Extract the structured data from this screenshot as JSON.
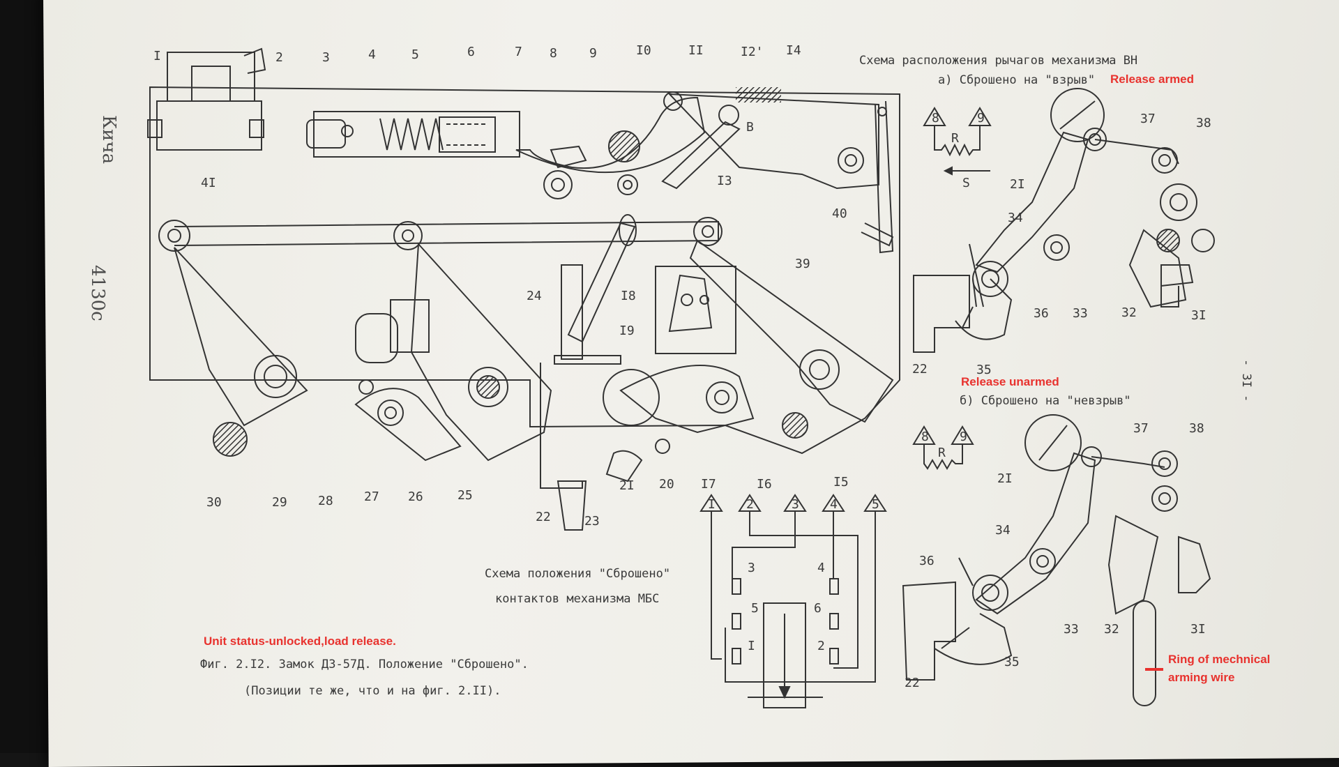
{
  "handwritten": {
    "margin_code": "4130с",
    "margin_word": "Кича"
  },
  "figure": {
    "caption_line1": "Фиг. 2.I2. Замок ДЗ-57Д. Положение \"Сброшено\".",
    "caption_line2": "(Позиции те же, что и на фиг. 2.II).",
    "contacts_title_line1": "Схема положения \"Сброшено\"",
    "contacts_title_line2": "контактов механизма МБС",
    "levers_title": "Схема расположения рычагов механизма ВН",
    "variant_a": "а) Сброшено на \"взрыв\"",
    "variant_b": "б) Сброшено на \"невзрыв\"",
    "page_number": "- 3I -"
  },
  "annotations": {
    "release_armed": "Release armed",
    "release_unarmed": "Release unarmed",
    "unit_status": "Unit status-unlocked,load release.",
    "ring_line1": "Ring of mechnical",
    "ring_line2": "arming wire"
  },
  "labels": {
    "l1": "I",
    "l2": "2",
    "l3": "3",
    "l4": "4",
    "l5": "5",
    "l6": "6",
    "l7": "7",
    "l8": "8",
    "l9": "9",
    "l10": "I0",
    "l11": "II",
    "l12": "I2'",
    "l14": "I4",
    "l13": "I3",
    "lB": "В",
    "l41": "4I",
    "l40": "40",
    "l39": "39",
    "l24": "24",
    "l18": "I8",
    "l19": "I9",
    "l30": "30",
    "l29": "29",
    "l28": "28",
    "l27": "27",
    "l26": "26",
    "l25": "25",
    "l22": "22",
    "l23": "23",
    "l21": "2I",
    "l20": "20",
    "l17": "I7",
    "l16": "I6",
    "l15": "I5",
    "t1": "I",
    "t2": "2",
    "t3": "3",
    "t4": "4",
    "t5": "5",
    "c3": "3",
    "c4": "4",
    "c5": "5",
    "c6": "6",
    "c1": "I",
    "c2": "2",
    "a37": "37",
    "a38": "38",
    "a21": "2I",
    "a34": "34",
    "a36": "36",
    "a33": "33",
    "a32": "32",
    "a31": "3I",
    "a35": "35",
    "a22": "22",
    "b37": "37",
    "b38": "38",
    "b21": "2I",
    "b34": "34",
    "b36": "36",
    "b33": "33",
    "b32": "32",
    "b31": "3I",
    "b35": "35",
    "b22": "22",
    "ta8": "8",
    "ta9": "9",
    "tb8": "8",
    "tb9": "9",
    "R_a": "R",
    "R_b": "R",
    "S_a": "S"
  }
}
